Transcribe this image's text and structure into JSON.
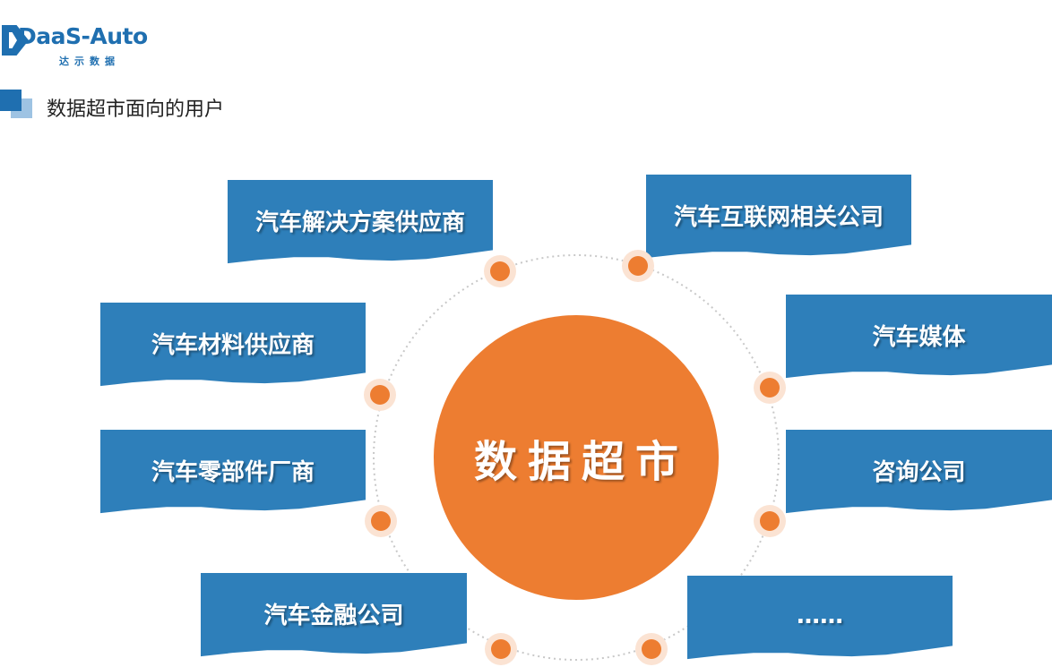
{
  "logo": {
    "text": "DaaS-Auto",
    "subtitle": "达示数据"
  },
  "page": {
    "title": "数据超市面向的用户"
  },
  "hub": {
    "label": "数据超市"
  },
  "users": [
    {
      "label": "汽车解决方案供应商"
    },
    {
      "label": "汽车互联网相关公司"
    },
    {
      "label": "汽车材料供应商"
    },
    {
      "label": "汽车媒体"
    },
    {
      "label": "汽车零部件厂商"
    },
    {
      "label": "咨询公司"
    },
    {
      "label": "汽车金融公司"
    },
    {
      "label": "……"
    }
  ],
  "colors": {
    "accent": "#ed7d31",
    "box": "#2e7fba",
    "brand": "#1f6fb0",
    "dot_halo": "#fbe3d3"
  }
}
